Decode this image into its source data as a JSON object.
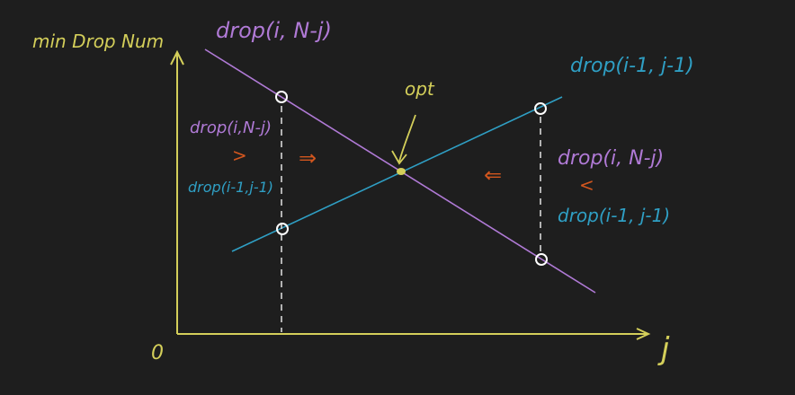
{
  "colors": {
    "background": "#1e1e1e",
    "axis": "#d4cf5a",
    "purple": "#b07ad6",
    "teal": "#2f9fc4",
    "orange": "#d2561e",
    "dashed": "#d8d8d8",
    "opt_dot": "#d4cf5a"
  },
  "labels": {
    "y_axis": "min Drop Num",
    "x_axis": "j",
    "origin": "0",
    "purple_line_top": "drop(i, N-j)",
    "teal_line_top": "drop(i-1, j-1)",
    "opt": "opt",
    "left_purple": "drop(i,N-j)",
    "left_greater": ">",
    "left_teal": "drop(i-1,j-1)",
    "left_arrow": "⇒",
    "right_arrow": "⇐",
    "right_purple": "drop(i, N-j)",
    "right_less": "<",
    "right_teal": "drop(i-1, j-1)"
  }
}
